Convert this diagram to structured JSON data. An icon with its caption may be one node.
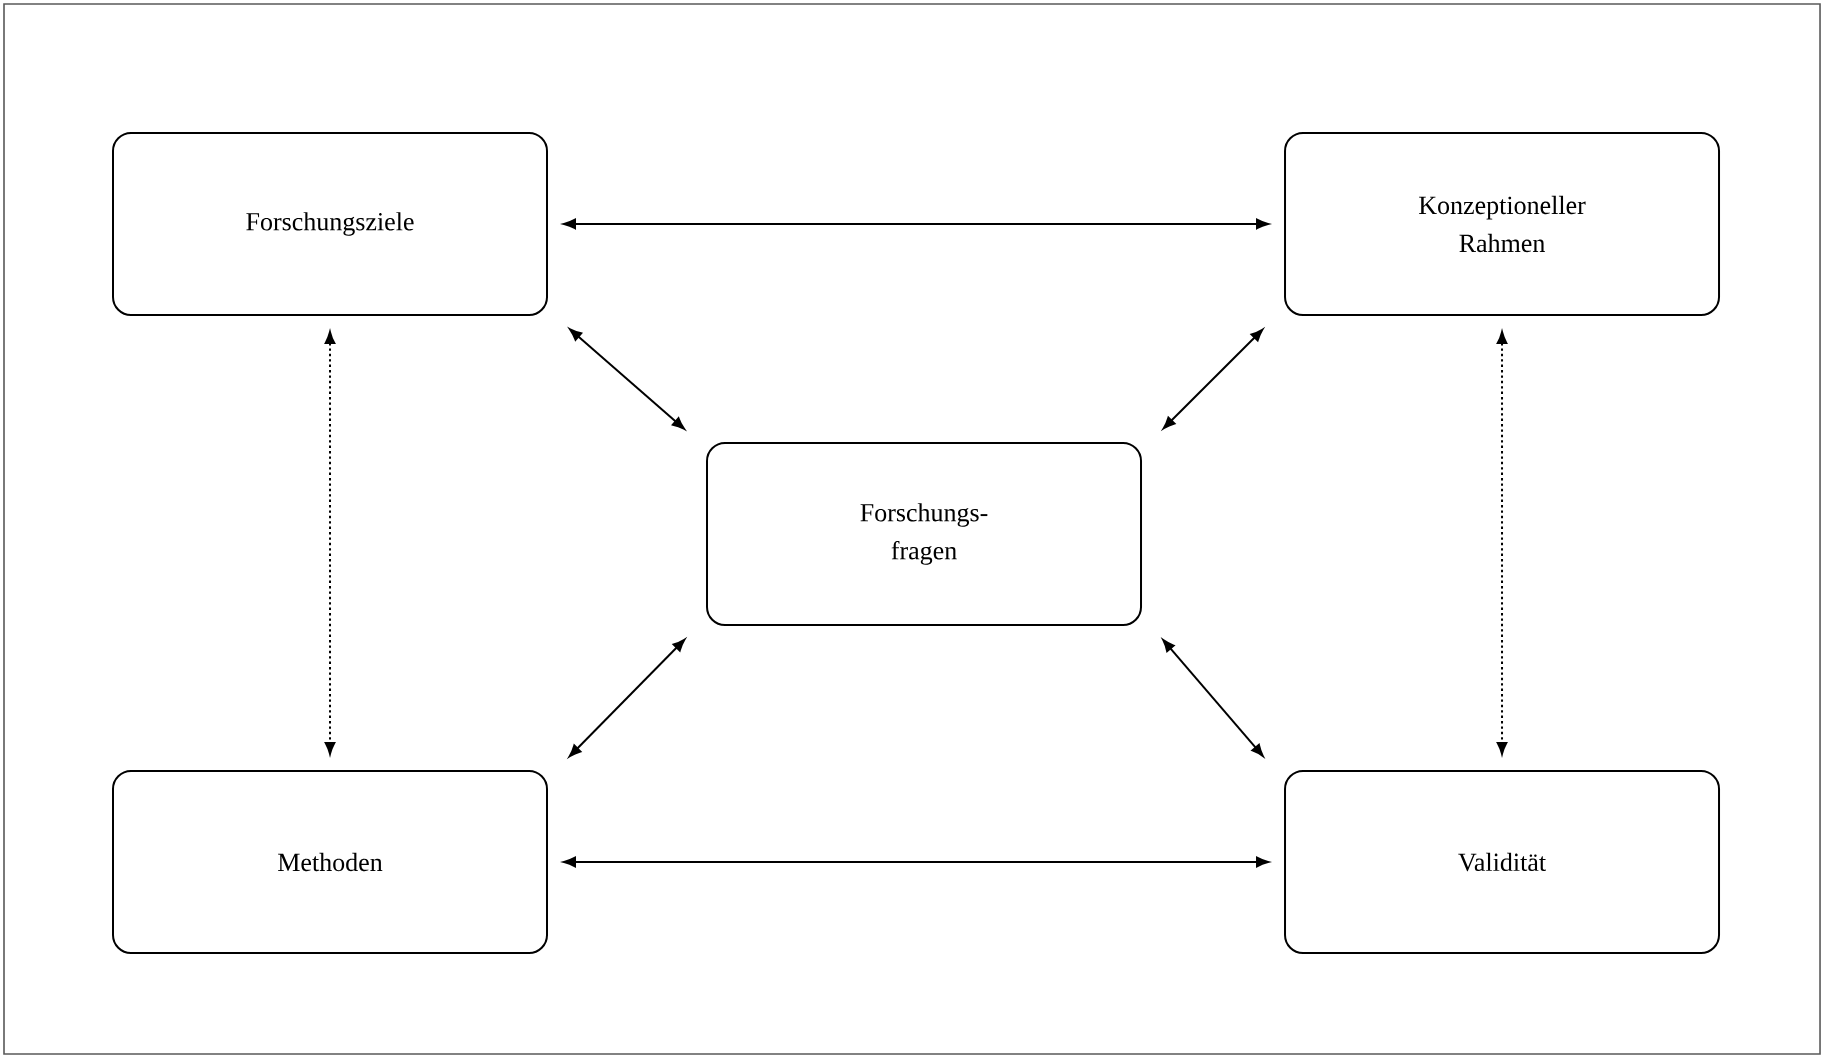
{
  "diagram": {
    "nodes": [
      {
        "text": [
          "Forschungsziele"
        ]
      },
      {
        "text": [
          "Konzeptioneller Rahmen"
        ]
      },
      {
        "text": [
          "Forschungs- fragen"
        ]
      },
      {
        "text": [
          "Methoden"
        ]
      },
      {
        "text": [
          "Validität"
        ]
      }
    ],
    "edges": [
      {
        "from": 0,
        "to": 1,
        "arrow": "both"
      },
      {
        "from": 0,
        "to": 2,
        "arrow": "both"
      },
      {
        "from": 1,
        "to": 2,
        "arrow": "both"
      },
      {
        "from": 0,
        "to": 3,
        "arrow": "both",
        "style": "dashed"
      },
      {
        "from": 1,
        "to": 4,
        "arrow": "both",
        "style": "dashed"
      },
      {
        "from": 2,
        "to": 3,
        "arrow": "both"
      },
      {
        "from": 2,
        "to": 4,
        "arrow": "both"
      },
      {
        "from": 3,
        "to": 4,
        "arrow": "both"
      }
    ]
  }
}
